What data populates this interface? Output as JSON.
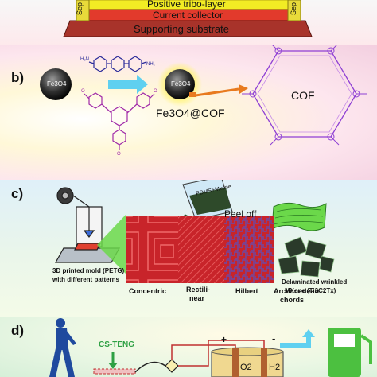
{
  "panel_a": {
    "layers": [
      "Positive tribo-layer",
      "Current collector",
      "Supporting substrate"
    ],
    "spacer_fragment": "Sep"
  },
  "panel_b": {
    "label": "b)",
    "core_label": "Fe3O4",
    "composite_label": "Fe3O4@COF",
    "framework_label": "COF"
  },
  "panel_c": {
    "label": "c)",
    "mold_caption": [
      "3D printed mold (PETG)",
      "with different patterns"
    ],
    "mixture_label": "PDMS+Mxene",
    "peel_label": "Peel off",
    "patterns": [
      "Concentric",
      "Rectili-",
      "near",
      "Hilbert",
      "Archimedean",
      "chords"
    ],
    "mxene_caption": [
      "Delaminated wrinkled",
      "MXene (Ti3C2Tx)"
    ]
  },
  "panel_d": {
    "label": "d)",
    "device_label": "CS-TENG",
    "electrode_plus": "+",
    "electrode_minus": "-",
    "gas_o2": "O2",
    "gas_h2": "H2"
  },
  "colors": {
    "tribo_layer": "#f2ec24",
    "current_collector": "#e23a2c",
    "substrate": "#a8332a",
    "cof_framework": "#8e3fd4",
    "arrow_orange": "#e87a1f",
    "teng_green": "#2ea043",
    "pump_green": "#4cc040",
    "pattern_red": "#c8242a"
  }
}
